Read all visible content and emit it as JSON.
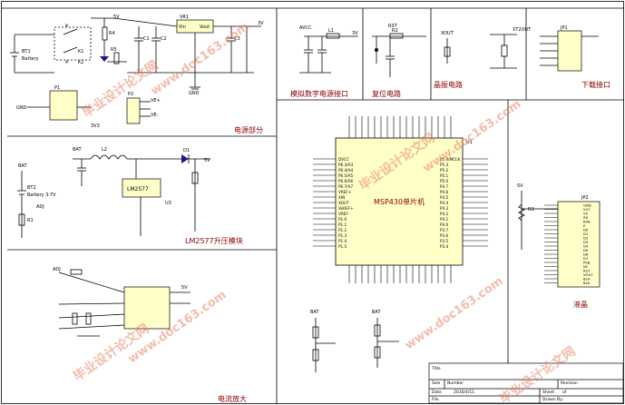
{
  "sections": {
    "power": "电源部分",
    "analog_power": "模拟数字电源接口",
    "reset": "复位电路",
    "crystal": "晶振电路",
    "download": "下载接口",
    "lm2577": "LM2577升压模块",
    "mcu": "MSP430单片机",
    "amp": "电流放大",
    "lcd": "液晶"
  },
  "refs": {
    "bt1": "BT1",
    "battery": "Battery",
    "vr1": "VR1",
    "vin": "Vin",
    "vout": "Vout",
    "gnd": "GND",
    "r5": "R5",
    "r4": "R4",
    "k1": "K1",
    "k2": "K2",
    "c1": "C1",
    "c2": "C2",
    "c3": "C3",
    "p1": "P1",
    "p2": "P2",
    "ve_plus": "VE+",
    "ve_minus": "VE-",
    "v3": "3V",
    "v5": "5V",
    "v33": "3V3",
    "avcc": "AVCC",
    "l1": "L1",
    "r3": "R3",
    "r2": "R2",
    "rst": "RST",
    "xout": "XOUT",
    "xt2out": "XT2OUT",
    "jtag": "JP1",
    "bat": "BAT",
    "bt2": "BT2",
    "battery37": "Battery 3.7V",
    "r1": "R1",
    "l2": "L2",
    "u2": "LM2577",
    "d1": "D1",
    "u3": "U3",
    "adj": "ADJ",
    "jp2": "JP2",
    "u1": "U1"
  },
  "mcu_left_pins": [
    "DVCC",
    "P6.3/A3",
    "P6.4/A4",
    "P6.5/A5",
    "P6.6/A6",
    "P6.7/A7",
    "VREF+",
    "XIN",
    "XOUT",
    "VeREF+",
    "VREF-",
    "P1.0",
    "P1.1",
    "P1.2",
    "P1.3",
    "P1.4",
    "P1.5"
  ],
  "mcu_right_pins": [
    "P5.4/MCLK",
    "P5.3",
    "P5.2",
    "P5.1",
    "P5.0",
    "P4.7",
    "P4.6",
    "P4.5",
    "P4.4",
    "P4.3",
    "P4.2",
    "P4.1",
    "P4.0",
    "P3.7",
    "P3.6",
    "P3.5",
    "P3.4"
  ],
  "lcd_pins": [
    "GND",
    "VCC",
    "V0",
    "RS",
    "R/W",
    "E",
    "D0",
    "D1",
    "D2",
    "D3",
    "D4",
    "D5",
    "D6",
    "D7",
    "PSB",
    "NC",
    "RST",
    "VOUT",
    "BLA",
    "BLK"
  ],
  "title_block": {
    "title_label": "Title",
    "size_label": "Size",
    "number_label": "Number",
    "revision_label": "Revision",
    "date_label": "Date",
    "date_value": "2016/4/11",
    "sheet_label": "Sheet",
    "sheet_of": "of",
    "file_label": "File",
    "drawn_label": "Drawn By:"
  },
  "watermarks": [
    "毕业设计论文网",
    "www.doc163.com"
  ],
  "colors": {
    "wire": "#000000",
    "section_label": "#8b0000",
    "watermark": "#e8866a",
    "chip_fill": "#ffffc8"
  }
}
